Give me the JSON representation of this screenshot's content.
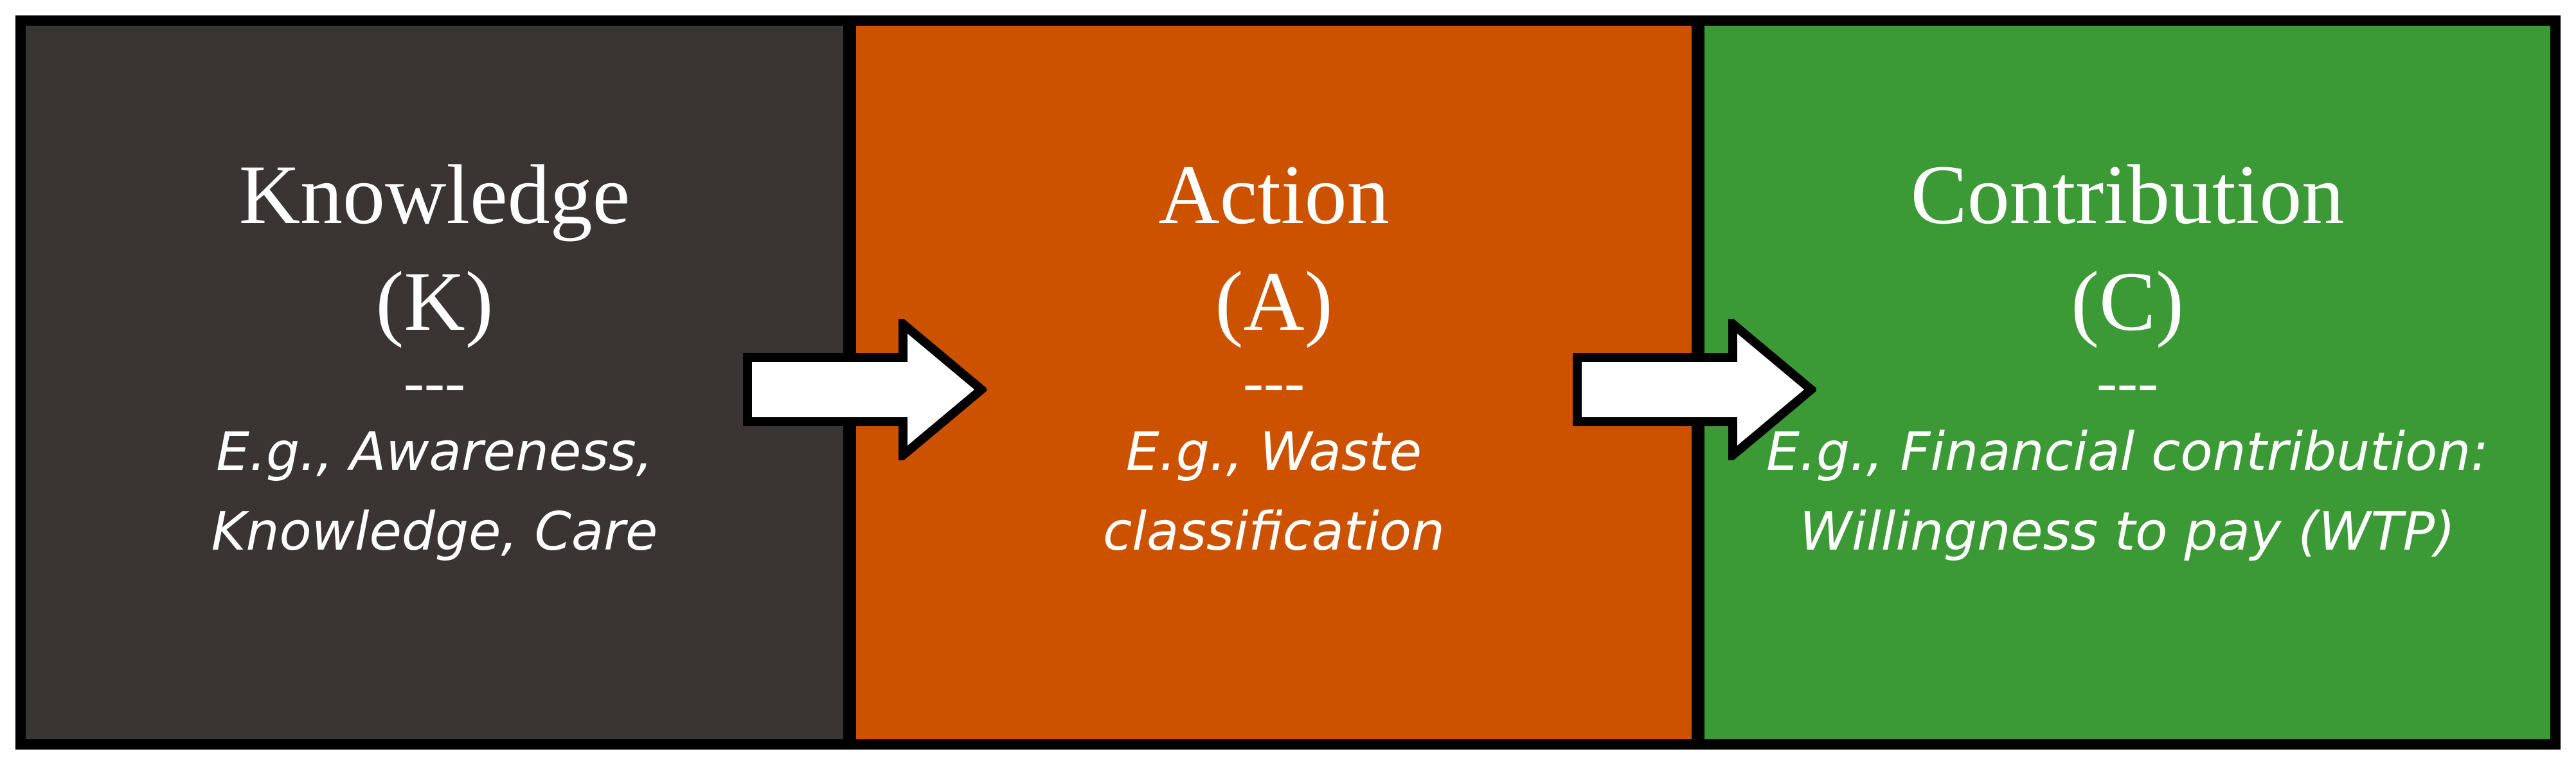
{
  "colors": {
    "knowledge": "#3a3533",
    "action": "#cc5200",
    "contribution": "#3c9a36",
    "arrow_fill": "#ffffff",
    "border": "#000000"
  },
  "panels": [
    {
      "title": "Knowledge",
      "abbr": "(K)",
      "separator": "---",
      "example": "E.g., Awareness,\nKnowledge, Care"
    },
    {
      "title": "Action",
      "abbr": "(A)",
      "separator": "---",
      "example": "E.g., Waste\nclassification"
    },
    {
      "title": "Contribution",
      "abbr": "(C)",
      "separator": "---",
      "example": "E.g., Financial contribution:\nWillingness to pay (WTP)"
    }
  ],
  "arrows": [
    {
      "from": "Knowledge",
      "to": "Action",
      "icon": "right-arrow-icon"
    },
    {
      "from": "Action",
      "to": "Contribution",
      "icon": "right-arrow-icon"
    }
  ]
}
